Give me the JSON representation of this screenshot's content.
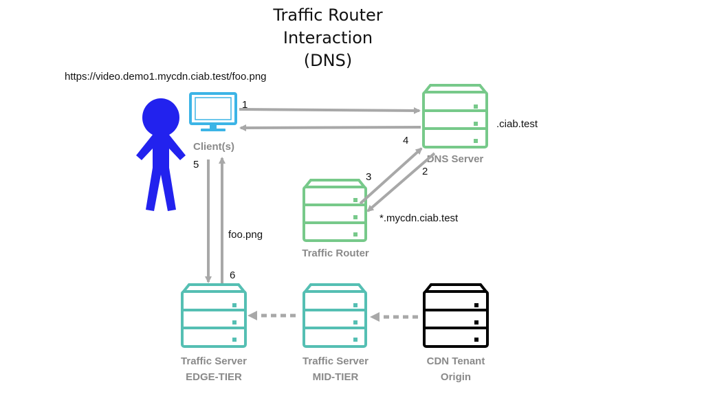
{
  "title": {
    "line1": "Traffic Router",
    "line2": "Interaction",
    "line3": "(DNS)"
  },
  "url": "https://video.demo1.mycdn.ciab.test/foo.png",
  "nodes": {
    "client": {
      "label": "Client(s)",
      "color": "#3cb4e6"
    },
    "dns": {
      "label": "DNS Server",
      "domain": ".ciab.test",
      "color": "#77c98a"
    },
    "router": {
      "label": "Traffic Router",
      "domain": "*.mycdn.ciab.test",
      "color": "#77c98a"
    },
    "edge": {
      "line1": "Traffic Server",
      "line2": "EDGE-TIER",
      "color": "#55bfb3"
    },
    "mid": {
      "line1": "Traffic Server",
      "line2": "MID-TIER",
      "color": "#55bfb3"
    },
    "origin": {
      "line1": "CDN Tenant",
      "line2": "Origin",
      "color": "#000000"
    }
  },
  "person_color": "#2222ee",
  "arrow_color": "#a8a8a8",
  "steps": {
    "s1": "1",
    "s2": "2",
    "s3": "3",
    "s4": "4",
    "s5": "5",
    "s6": "6"
  },
  "file_label": "foo.png"
}
